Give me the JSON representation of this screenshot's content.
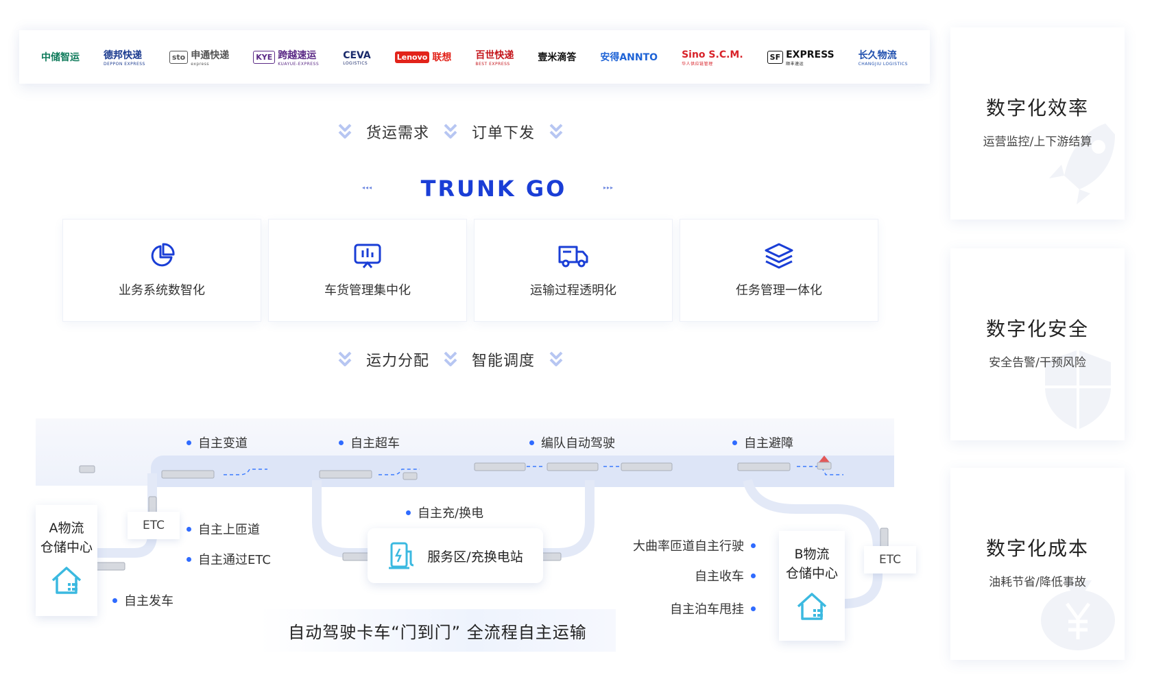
{
  "logos": [
    {
      "icon": "ship-logo-icon",
      "text": "中储智运",
      "color": "#0e7a5a"
    },
    {
      "icon": "deppon-logo-icon",
      "text": "德邦快递",
      "sub": "DEPPON EXPRESS",
      "color": "#1a3a8f"
    },
    {
      "icon": "sto-logo-icon",
      "text": "申通快递",
      "sub": "express",
      "mark": "sto",
      "color": "#555555"
    },
    {
      "icon": "kye-logo-icon",
      "text": "跨越速运",
      "sub": "KUAYUE-EXPRESS",
      "mark": "KYE",
      "color": "#5b2a86"
    },
    {
      "icon": "ceva-logo-icon",
      "text": "CEVA",
      "sub": "LOGISTICS",
      "color": "#1a2a6b"
    },
    {
      "icon": "lenovo-logo-icon",
      "text": "联想",
      "mark": "Lenovo",
      "color": "#e2231a"
    },
    {
      "icon": "best-logo-icon",
      "text": "百世快递",
      "sub": "BEST EXPRESS",
      "color": "#c4161c"
    },
    {
      "icon": "yimi-logo-icon",
      "text": "壹米滴答",
      "color": "#111111"
    },
    {
      "icon": "annto-logo-icon",
      "text": "安得ANNTO",
      "color": "#1e63d6"
    },
    {
      "icon": "sino-logo-icon",
      "text": "Sino S.C.M.",
      "sub": "华人供应链管理",
      "color": "#d8232a"
    },
    {
      "icon": "sf-logo-icon",
      "text": "EXPRESS",
      "sub": "顺丰速运",
      "mark": "SF",
      "color": "#111111"
    },
    {
      "icon": "changjiu-logo-icon",
      "text": "长久物流",
      "sub": "CHANGJIU LOGISTICS",
      "color": "#1f4fae"
    }
  ],
  "flow_top": [
    "货运需求",
    "订单下发"
  ],
  "flow_mid": [
    "运力分配",
    "智能调度"
  ],
  "brand": "TRUNK GO",
  "cards": [
    {
      "label": "业务系统数智化",
      "icon": "pie-chart-icon"
    },
    {
      "label": "车货管理集中化",
      "icon": "monitor-chart-icon"
    },
    {
      "label": "运输过程透明化",
      "icon": "truck-icon"
    },
    {
      "label": "任务管理一体化",
      "icon": "layers-icon"
    }
  ],
  "panels": [
    {
      "title": "数字化效率",
      "subtitle": "运营监控/上下游结算",
      "icon": "rocket-icon"
    },
    {
      "title": "数字化安全",
      "subtitle": "安全告警/干预风险",
      "icon": "shield-icon"
    },
    {
      "title": "数字化成本",
      "subtitle": "油耗节省/降低事故",
      "icon": "yen-bag-icon"
    }
  ],
  "route": {
    "top_tags": [
      "自主变道",
      "自主超车",
      "编队自动驾驶",
      "自主避障"
    ],
    "warehouse_a": "A物流\n仓储中心",
    "warehouse_b": "B物流\n仓储中心",
    "etc": "ETC",
    "left_tags": [
      "自主上匝道",
      "自主通过ETC",
      "自主发车"
    ],
    "charge_tag": "自主充/换电",
    "station": "服务区/充换电站",
    "right_tags": [
      "大曲率匝道自主行驶",
      "自主收车",
      "自主泊车甩挂"
    ],
    "caption": "自动驾驶卡车“门到门” 全流程自主运输"
  },
  "colors": {
    "accent": "#2f6bff",
    "brand": "#1a3ed6",
    "band": "#dde5f7",
    "teal": "#3bb9e0"
  }
}
